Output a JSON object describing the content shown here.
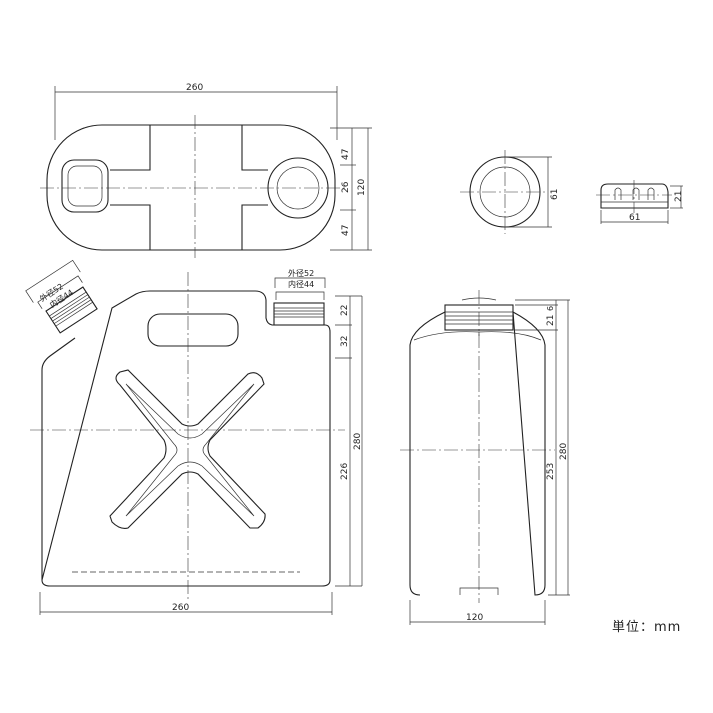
{
  "drawing": {
    "top_view": {
      "width": "260",
      "dims_right": [
        "47",
        "26",
        "120",
        "47"
      ]
    },
    "cap_top_view": {
      "diameter": "61"
    },
    "cap_side_view": {
      "height": "21",
      "width": "61"
    },
    "front_view": {
      "width": "260",
      "dims_right": [
        "22",
        "32",
        "226",
        "280"
      ],
      "spout_left": {
        "outer": "外径52",
        "inner": "内径44"
      },
      "spout_right": {
        "outer": "外径52",
        "inner": "内径44"
      }
    },
    "side_view": {
      "width": "120",
      "dims_right": [
        "6",
        "21",
        "253",
        "280"
      ]
    },
    "unit_label": "単位：mm"
  }
}
